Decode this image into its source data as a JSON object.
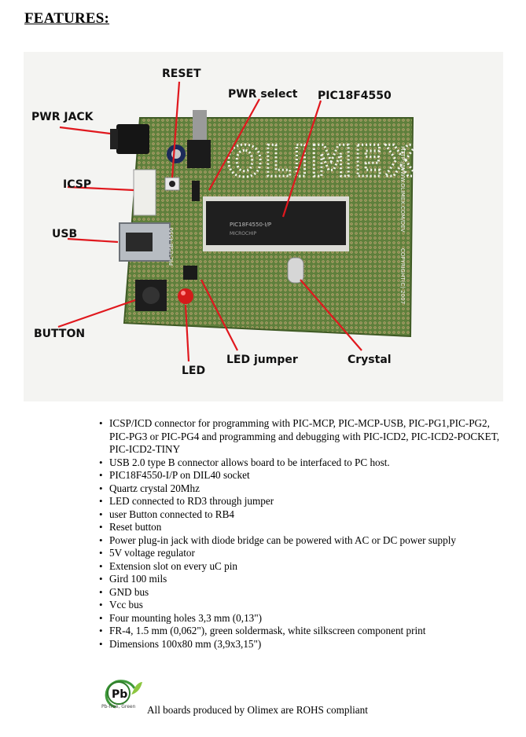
{
  "heading": "FEATURES:",
  "photo": {
    "callouts": {
      "reset": "RESET",
      "pwr_select": "PWR select",
      "pic": "PIC18F4550",
      "pwr_jack": "PWR JACK",
      "icsp": "ICSP",
      "usb": "USB",
      "button": "BUTTON",
      "led_jumper": "LED jumper",
      "crystal": "Crystal",
      "led": "LED"
    },
    "board_logo": "OLIMEX",
    "board_url": "HTTP://WWW.OLIMEX.COM/DEV",
    "board_copyright": "COPYRIGHT(C) 2007",
    "board_model": "PIC-USB-4550",
    "chip_label": "PIC18F4550-I/P",
    "chip_brand": "MICROCHIP",
    "pcb_color": "#5f7f3c",
    "callout_line_color": "#e0181e"
  },
  "features": [
    "ICSP/ICD connector for programming with PIC-MCP, PIC-MCP-USB, PIC-PG1,PIC-PG2, PIC-PG3 or PIC-PG4 and programming and debugging with PIC-ICD2, PIC-ICD2-POCKET, PIC-ICD2-TINY",
    "USB 2.0 type B connector allows board to be interfaced to PC host.",
    "PIC18F4550-I/P on DIL40 socket",
    "Quartz crystal 20Mhz",
    "LED connected to RD3 through jumper",
    "user Button connected to RB4",
    "Reset button",
    "Power plug-in jack with diode bridge can be powered with AC or DC power supply",
    "5V voltage regulator",
    "Extension slot on every uC pin",
    "Gird 100 mils",
    "GND bus",
    "Vcc bus",
    "Four mounting holes 3,3 mm (0,13\")",
    "FR-4, 1.5 mm (0,062\"), green soldermask, white silkscreen component print",
    "Dimensions 100x80 mm (3,9x3,15\")"
  ],
  "rohs": {
    "logo_text": "Pb",
    "caption": "Pb-free, Green",
    "statement": "All boards produced by Olimex are ROHS compliant"
  }
}
